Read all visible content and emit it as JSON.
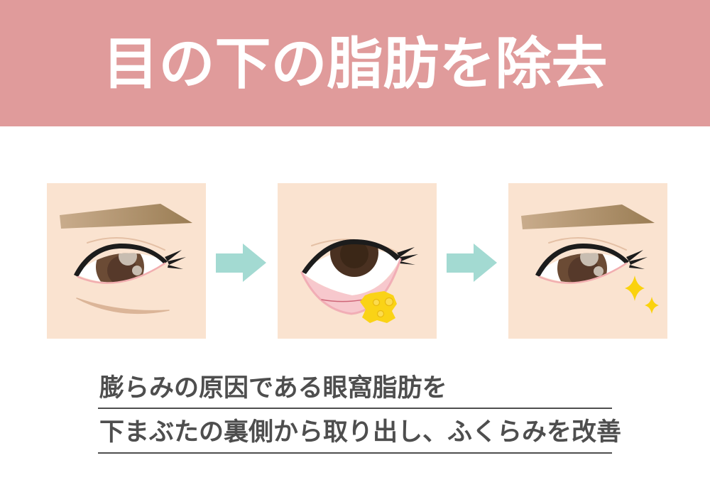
{
  "header": {
    "title": "目の下の脂肪を除去"
  },
  "steps": [
    {
      "icon": "eye-with-under-eye-bag-illustration"
    },
    {
      "icon": "eye-fat-removal-illustration"
    },
    {
      "icon": "eye-after-sparkle-illustration"
    }
  ],
  "arrows": [
    {
      "icon": "right-arrow-icon"
    },
    {
      "icon": "right-arrow-icon"
    }
  ],
  "caption": {
    "line1": "膨らみの原因である眼窩脂肪を",
    "line2": "下まぶたの裏側から取り出し、ふくらみを改善"
  },
  "colors": {
    "banner_bg": "#E09B9B",
    "banner_text": "#FFFFFF",
    "skin": "#FAE3D0",
    "arrow": "#A3DAD2",
    "fat_yellow": "#FAD316",
    "sparkle_yellow": "#FAD20E",
    "caption_text": "#4E4E4E",
    "underline": "#4E4E4E"
  }
}
